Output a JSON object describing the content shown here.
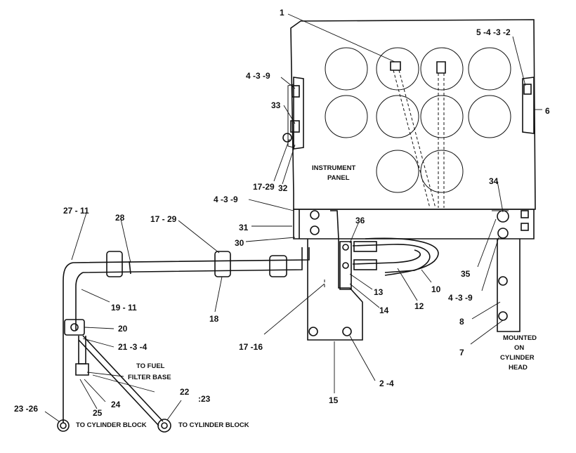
{
  "panel": {
    "label_line1": "INSTRUMENT",
    "label_line2": "PANEL"
  },
  "notes": {
    "fuel_line1": "TO FUEL",
    "fuel_line2": "FILTER BASE",
    "cyl_block_left": "TO CYLINDER BLOCK",
    "cyl_block_right": "TO CYLINDER BLOCK",
    "cyl_head_line1": "MOUNTED",
    "cyl_head_line2": "ON",
    "cyl_head_line3": "CYLINDER",
    "cyl_head_line4": "HEAD"
  },
  "callouts": {
    "c1": "1",
    "c5_4_3_2": "5 -4 -3 -2",
    "c6": "6",
    "c4_3_9_top": "4 -3 -9",
    "c33": "33",
    "c17_29_top": "17-29",
    "c32": "32",
    "c34": "34",
    "c4_3_9_mid": "4 -3 -9",
    "c27_11": "27 - 11",
    "c28": "28",
    "c17_29_mid": "17 - 29",
    "c31": "31",
    "c36": "36",
    "c30": "30",
    "c35": "35",
    "c4_3_9_right": "4 -3 -9",
    "c19_11": "19 - 11",
    "c18": "18",
    "c13": "13",
    "c14": "14",
    "c12": "12",
    "c10": "10",
    "c8": "8",
    "c20": "20",
    "c21_3_4": "21 -3 -4",
    "c17_16": "17 -16",
    "c7": "7",
    "c2_4": "2 -4",
    "c15": "15",
    "c22": "22",
    "c23_dots": ":23",
    "c24": "24",
    "c25": "25",
    "c23_26": "23 -26"
  }
}
